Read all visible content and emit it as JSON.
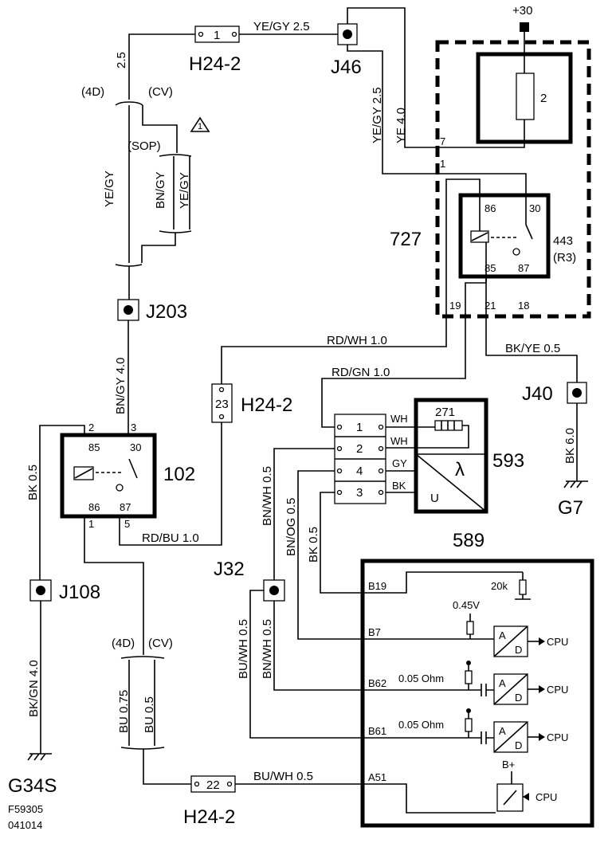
{
  "ground_top": "+30",
  "connectors": {
    "h24_top": {
      "name": "H24-2",
      "pin": "1"
    },
    "h24_mid": {
      "name": "H24-2",
      "pin": "23"
    },
    "h24_bot": {
      "name": "H24-2",
      "pin": "22"
    }
  },
  "junctions": {
    "j46": "J46",
    "j203": "J203",
    "j108": "J108",
    "j40": "J40",
    "j32": "J32"
  },
  "grounds": {
    "g7": "G7",
    "g34s": "G34S"
  },
  "wires": {
    "ye_gy_top": "YE/GY  2.5",
    "w_2_5_left": "2.5",
    "ye_gy_v": "YE/GY",
    "ye_gy_2_5_v": "YE/GY  2.5",
    "ye_4_0": "YE  4.0",
    "bn_gy": "BN/GY",
    "ye_gy_sop": "YE/GY",
    "bn_gy_4_0": "BN/GY  4.0",
    "bk_0_5_left": "BK  0.5",
    "bk_gn_4_0": "BK/GN  4.0",
    "rd_wh_1_0": "RD/WH  1.0",
    "rd_gn_1_0": "RD/GN  1.0",
    "bk_ye_0_5": "BK/YE  0.5",
    "bk_6_0": "BK  6.0",
    "rd_bu_1_0": "RD/BU  1.0",
    "bn_wh_0_5": "BN/WH  0.5",
    "bn_og_0_5": "BN/OG  0.5",
    "bk_0_5_mid": "BK  0.5",
    "bu_wh_0_5_v": "BU/WH  0.5",
    "bn_wh_0_5_v2": "BN/WH  0.5",
    "bu_0_75": "BU  0.75",
    "bu_0_5": "BU  0.5",
    "bu_wh_0_5_h": "BU/WH  0.5",
    "wh1": "WH",
    "wh2": "WH",
    "gy": "GY",
    "bk": "BK"
  },
  "variants": {
    "d4_top": "(4D)",
    "cv_top": "(CV)",
    "sop": "(SOP)",
    "d4_bot": "(4D)",
    "cv_bot": "(CV)",
    "note": "1"
  },
  "components": {
    "fuse_box_num": "2",
    "c727": "727",
    "relay443": "443",
    "relay443_sub": "(R3)",
    "relay102": "102",
    "c271": "271",
    "c593": "593",
    "c589": "589",
    "u_label": "U"
  },
  "pins": {
    "p7": "7",
    "p1": "1",
    "p19": "19",
    "p21": "21",
    "p18": "18",
    "r86": "86",
    "r30": "30",
    "r85": "85",
    "r87": "87",
    "q2": "2",
    "q3": "3",
    "q85": "85",
    "q30": "30",
    "q86": "86",
    "q87": "87",
    "q1": "1",
    "q5": "5",
    "c1": "1",
    "c2": "2",
    "c4": "4",
    "c3": "3",
    "b19": "B19",
    "b7": "B7",
    "b62": "B62",
    "b61": "B61",
    "a51": "A51"
  },
  "ecu": {
    "r20k": "20k",
    "v045": "0.45V",
    "ohm1": "0.05 Ohm",
    "ohm2": "0.05 Ohm",
    "cpu1": "CPU",
    "cpu2": "CPU",
    "cpu3": "CPU",
    "cpu4": "CPU",
    "a": "A",
    "d": "D",
    "bplus": "B+"
  },
  "footer": {
    "code": "F59305",
    "date": "041014"
  }
}
